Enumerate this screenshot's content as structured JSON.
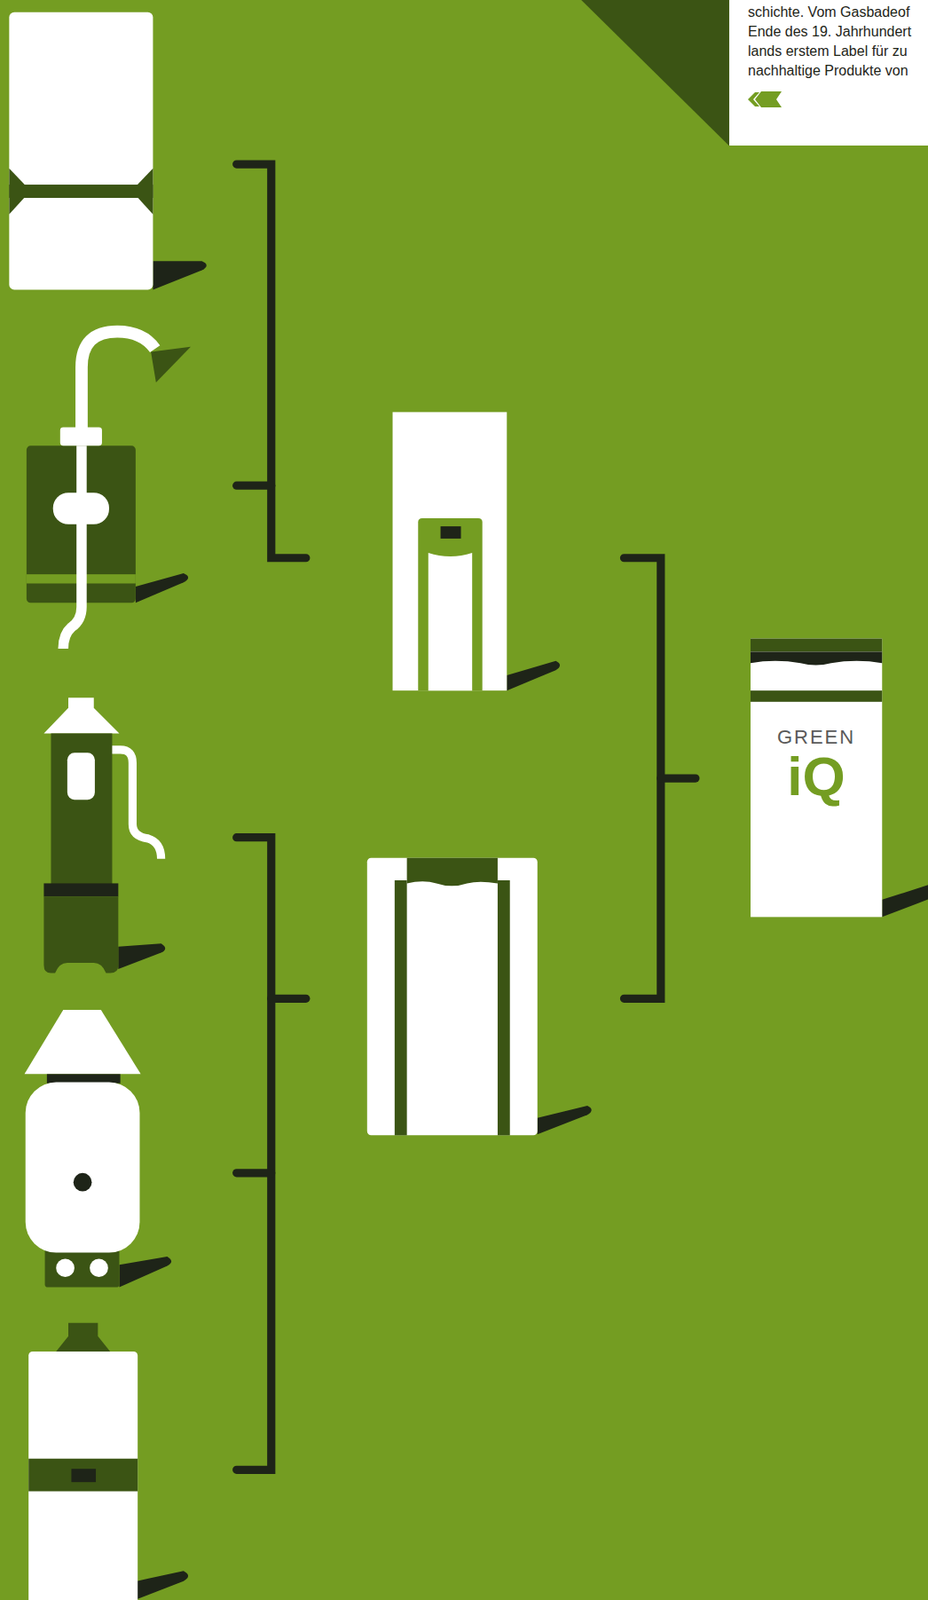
{
  "diagram": {
    "nodes": [
      {
        "text": [
          "schichte. Vom Gasbadeof Ende des 19. Jahrhundert lands erstem Label für zu nachhaltige Produkte von"
        ]
      },
      {
        "text": [
          "GREEN",
          "iQ"
        ]
      }
    ]
  }
}
